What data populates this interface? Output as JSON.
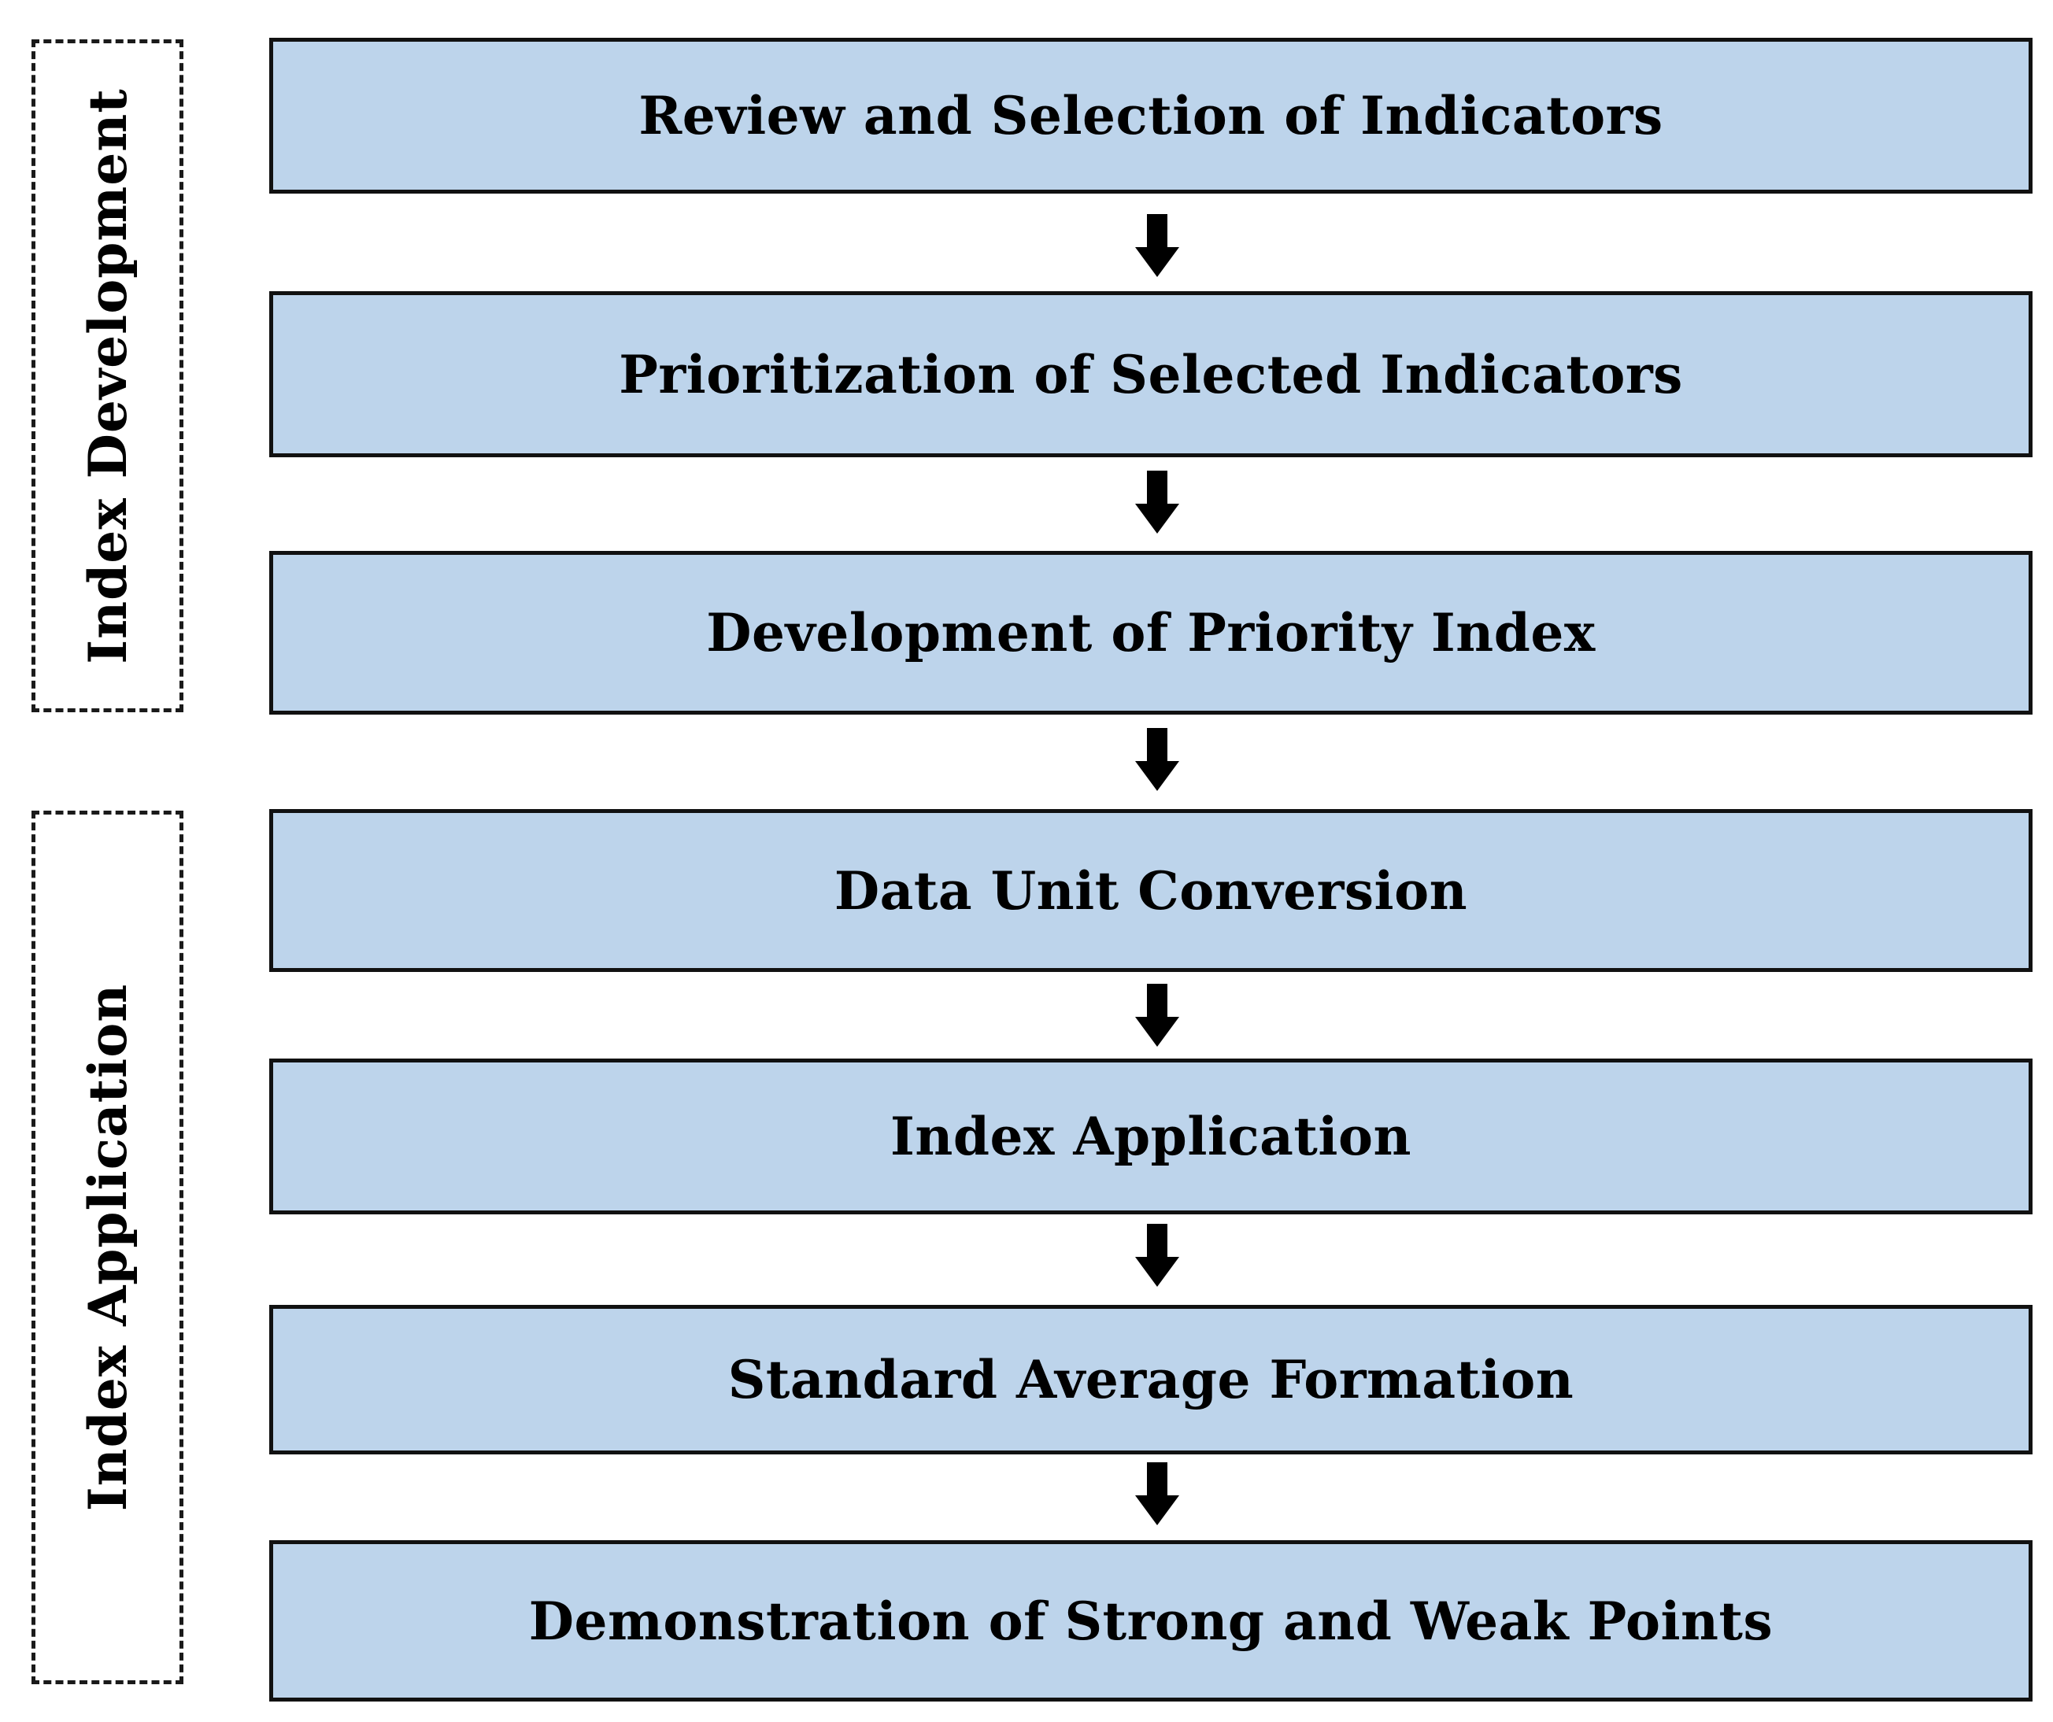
{
  "groups": {
    "development": "Index Development",
    "application": "Index Application"
  },
  "steps": [
    "Review and Selection of Indicators",
    "Prioritization of Selected Indicators",
    "Development of Priority Index",
    "Data Unit Conversion",
    "Index Application",
    "Standard Average Formation",
    "Demonstration of Strong and Weak Points"
  ],
  "colors": {
    "box_fill": "#bdd4eb",
    "border": "#111111",
    "arrow": "#000000"
  }
}
